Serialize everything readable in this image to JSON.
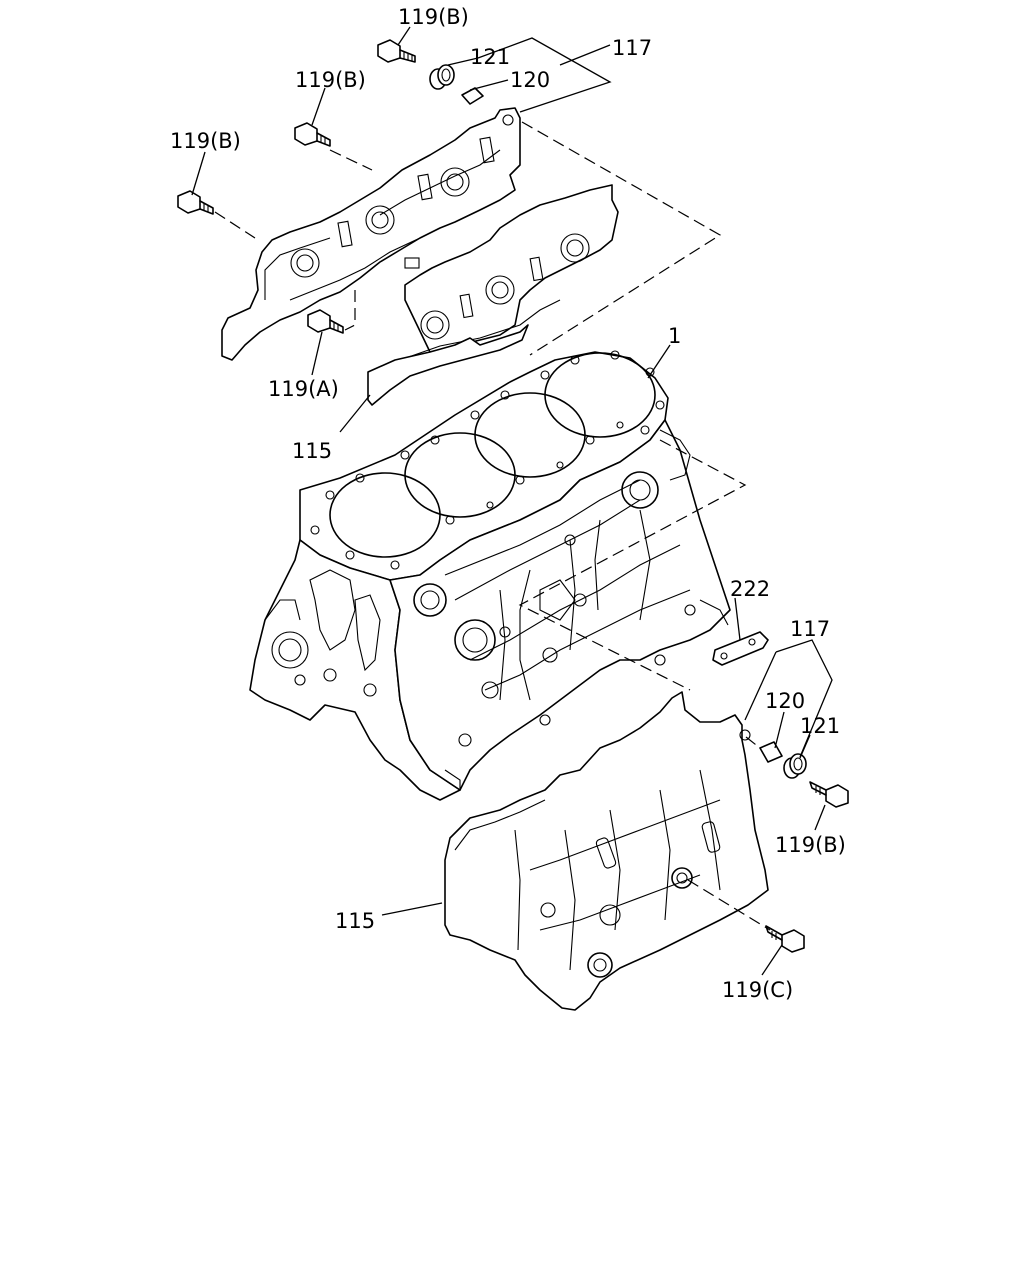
{
  "callouts": {
    "c_119b_top": "119(B)",
    "c_121_top": "121",
    "c_117_top": "117",
    "c_120_top": "120",
    "c_119b_mid": "119(B)",
    "c_119b_left": "119(B)",
    "c_119a": "119(A)",
    "c_115_top": "115",
    "c_1": "1",
    "c_222": "222",
    "c_117_right": "117",
    "c_120_right": "120",
    "c_121_right": "121",
    "c_119b_right": "119(B)",
    "c_115_bottom": "115",
    "c_119c": "119(C)"
  }
}
